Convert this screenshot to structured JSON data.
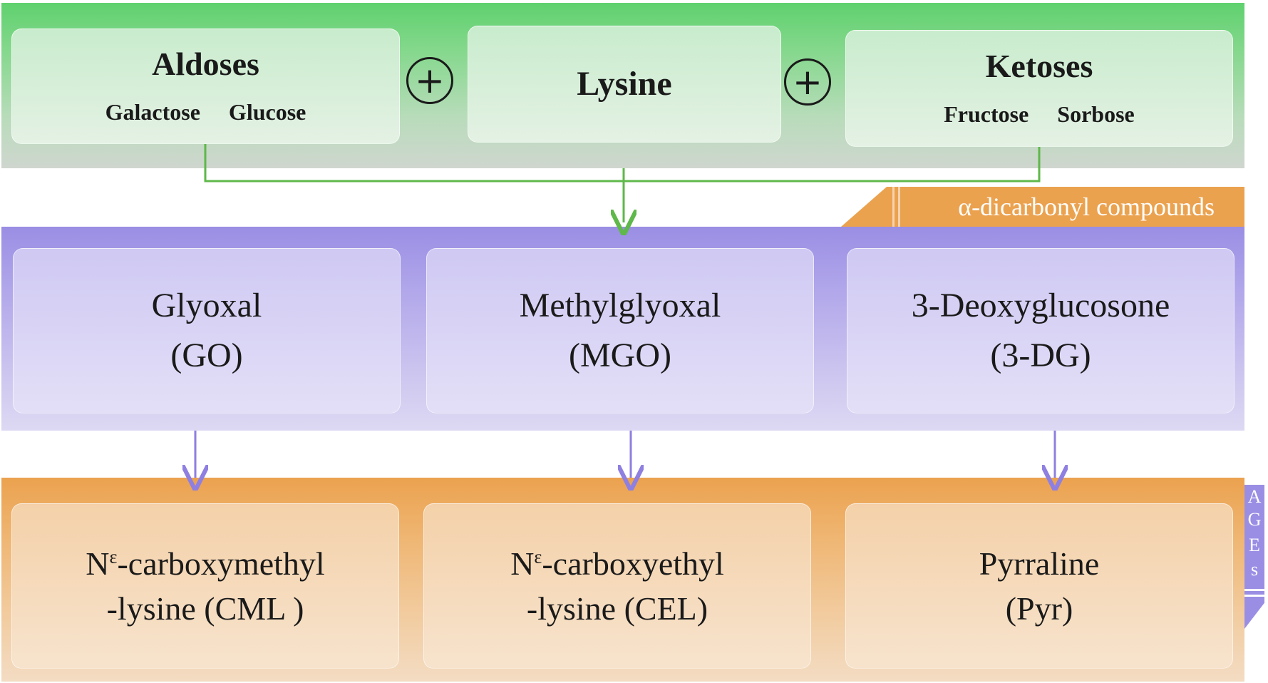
{
  "reactants": {
    "aldoses": {
      "title": "Aldoses",
      "items": [
        "Galactose",
        "Glucose"
      ]
    },
    "lysine": {
      "title": "Lysine"
    },
    "ketoses": {
      "title": "Ketoses",
      "items": [
        "Fructose",
        "Sorbose"
      ]
    },
    "plus_symbol": "+"
  },
  "dicarbonyl": {
    "label": "α-dicarbonyl compounds",
    "compounds": [
      {
        "name": "Glyoxal",
        "abbr": "(GO)"
      },
      {
        "name": "Methylglyoxal",
        "abbr": "(MGO)"
      },
      {
        "name": "3-Deoxyglucosone",
        "abbr": "(3-DG)"
      }
    ]
  },
  "ages": {
    "label_letters": [
      "A",
      "G",
      "E",
      "s"
    ],
    "products": [
      {
        "prefix": "N",
        "superscript": "ε",
        "line1_rest": "-carboxymethyl",
        "line2": "-lysine (CML )"
      },
      {
        "prefix": "N",
        "superscript": "ε",
        "line1_rest": "-carboxyethyl",
        "line2": "-lysine (CEL)"
      },
      {
        "prefix": "",
        "superscript": "",
        "line1_rest": "Pyrraline",
        "line2": "(Pyr)"
      }
    ]
  },
  "colors": {
    "green_band": "#5fd16e",
    "purple_band": "#9a8ee4",
    "orange_band": "#eba24f",
    "green_line": "#5fb84a",
    "purple_line": "#8f7fe0"
  }
}
